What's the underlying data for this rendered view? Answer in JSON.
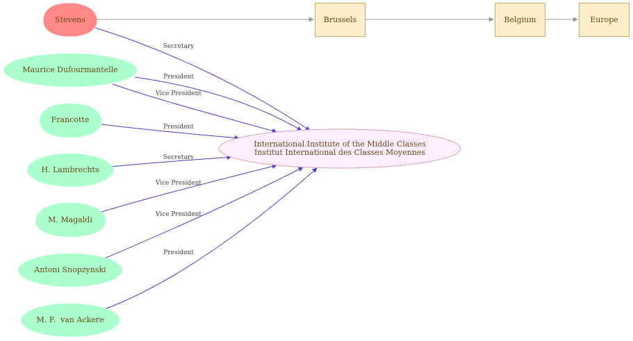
{
  "colors": {
    "person_fill": "#aaffcc",
    "highlight_fill": "#ff8888",
    "org_fill": "#ffeeff",
    "org_stroke": "#e0a0b0",
    "place_fill": "#ffeecc",
    "place_stroke": "#d9a860",
    "role_edge": "#4a3fe0",
    "place_edge": "#999999",
    "text": "#6b4a12"
  },
  "nodes": {
    "stevens": "Stevens",
    "dufourmantelle": "Maurice Dufourmantelle",
    "francotte": "Francotte",
    "lambrechts": "H. Lambrechts",
    "magaldi": "M. Magaldi",
    "snopzynski": "Antoni Snopzynski",
    "van_ackere": "M. F.  van Ackere",
    "institute_line1": "International Institute of the Middle Classes",
    "institute_line2": "Institut International des Classes Moyennes",
    "brussels": "Brussels",
    "belgium": "Belgium",
    "europe": "Europe"
  },
  "edges": {
    "stevens_role": "Secretary",
    "dufourmantelle_role1": "President",
    "dufourmantelle_role2": "Vice President",
    "francotte_role": "President",
    "lambrechts_role": "Secretary",
    "magaldi_role": "Vice President",
    "snopzynski_role": "Vice President",
    "van_ackere_role": "President"
  }
}
